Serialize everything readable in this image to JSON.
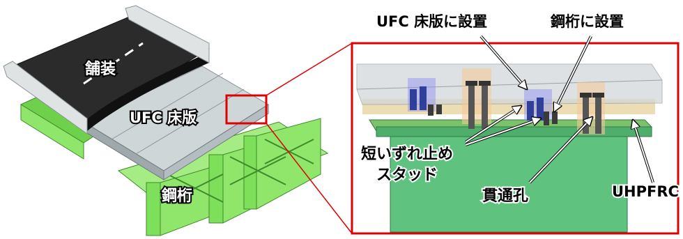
{
  "labels": {
    "pavement": "舗装",
    "ufc_slab": "UFC 床版",
    "steel_girder": "鋼桁",
    "install_on_slab": "UFC 床版に設置",
    "install_on_girder": "鋼桁に設置",
    "short_stud_line1": "短いずれ止め",
    "short_stud_line2": "スタッド",
    "through_hole": "貫通孔",
    "uhpfrc": "UHPFRC"
  },
  "colors": {
    "highlight_red": "#e00000",
    "girder_green": "#7ee05a",
    "detail_green": "#5fc27f",
    "slab_gray": "#cfd6d8",
    "asphalt": "#2b2b2b",
    "uhpfrc_tan": "#e9d7a8",
    "stud_blue": "#2f3f9a"
  }
}
